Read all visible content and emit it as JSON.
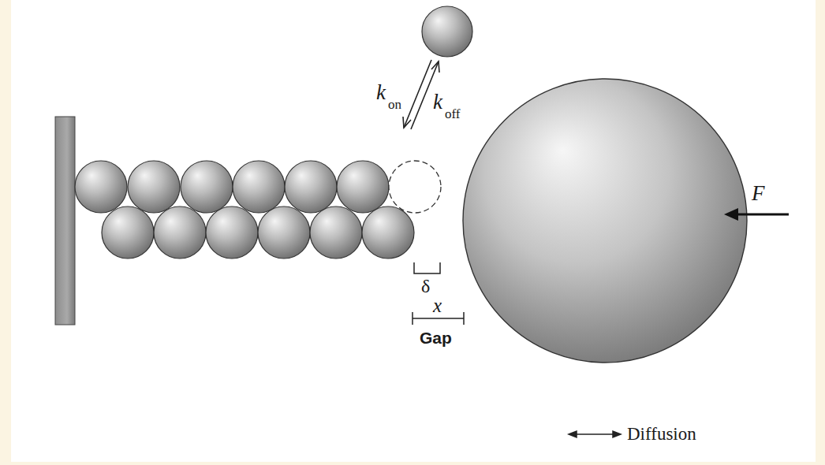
{
  "diagram": {
    "labels": [
      "k",
      "on",
      "k",
      "off",
      "F",
      "δ",
      "x",
      "Gap",
      "Diffusion"
    ]
  }
}
